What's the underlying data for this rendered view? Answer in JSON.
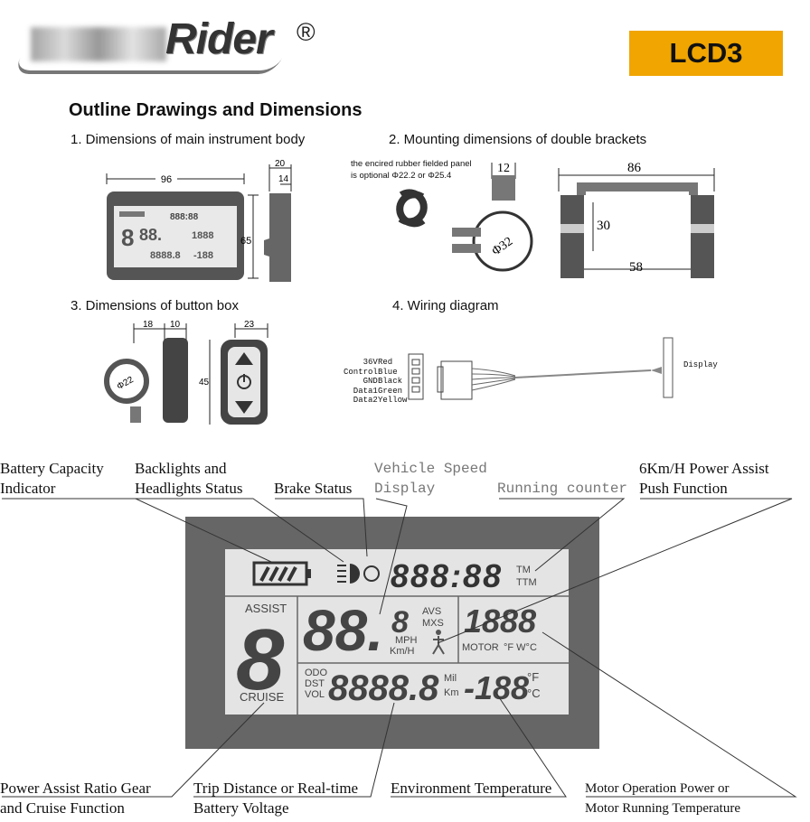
{
  "brand": {
    "name": "Rider",
    "reg_mark": "®"
  },
  "badge": "LCD3",
  "heading": "Outline Drawings and Dimensions",
  "sections": {
    "s1": "1.   Dimensions of main instrument body",
    "s2": "2.   Mounting dimensions of double brackets",
    "s3": "3.   Dimensions of button box",
    "s4": "4.   Wiring diagram"
  },
  "dims": {
    "body_w": "96",
    "body_h": "65",
    "side_w": "20",
    "side_inner": "14",
    "bracket_w": "12",
    "bracket_dia": "Φ32",
    "double_w": "86",
    "double_h": "30",
    "double_inner": "58",
    "btn_a": "18",
    "btn_b": "10",
    "btn_c": "23",
    "btn_h": "45",
    "btn_dia": "Φ22"
  },
  "bracket_note": {
    "line1": "the encired rubber fielded panel",
    "line2": "is optional Φ22.2 or Φ25.4"
  },
  "wiring": {
    "voltage": "36V",
    "control": "Control",
    "gnd": "GND",
    "data1": "Data1",
    "data2": "Data2",
    "red": "Red",
    "blue": "Blue",
    "black": "Black",
    "green": "Green",
    "yellow": "Yellow",
    "display": "Display"
  },
  "display": {
    "time": "888:88",
    "tm": "TM",
    "ttm": "TTM",
    "assist": "ASSIST",
    "gear": "8",
    "cruise": "CRUISE",
    "speed": "88.",
    "speed_small": "8",
    "avs": "AVS",
    "mxs": "MXS",
    "mph": "MPH",
    "kmh": "Km/H",
    "motor_val": "1888",
    "motor": "MOTOR",
    "units": "°F W°C",
    "odo": "ODO",
    "dst": "DST",
    "vol": "VOL",
    "trip": "8888.8",
    "mil": "Mil",
    "km": "Km",
    "temp": "-188",
    "f": "°F",
    "c": "°C"
  },
  "mini_display": {
    "time": "888:88",
    "speed": "88.",
    "gear": "8",
    "motor": "1888",
    "trip": "8888.8",
    "temp": "-188"
  },
  "callouts": {
    "battery": "Battery Capacity\nIndicator",
    "backlight": "Backlights and\nHeadlights Status",
    "brake": "Brake Status",
    "speed": "Vehicle Speed\nDisplay",
    "running": "Running counter",
    "push": "6Km/H Power Assist\nPush Function",
    "assist": "Power Assist Ratio Gear\nand Cruise Function",
    "trip": "Trip Distance or Real-time\nBattery Voltage",
    "env": "Environment Temperature",
    "motor": "Motor Operation Power or\nMotor Running Temperature"
  }
}
